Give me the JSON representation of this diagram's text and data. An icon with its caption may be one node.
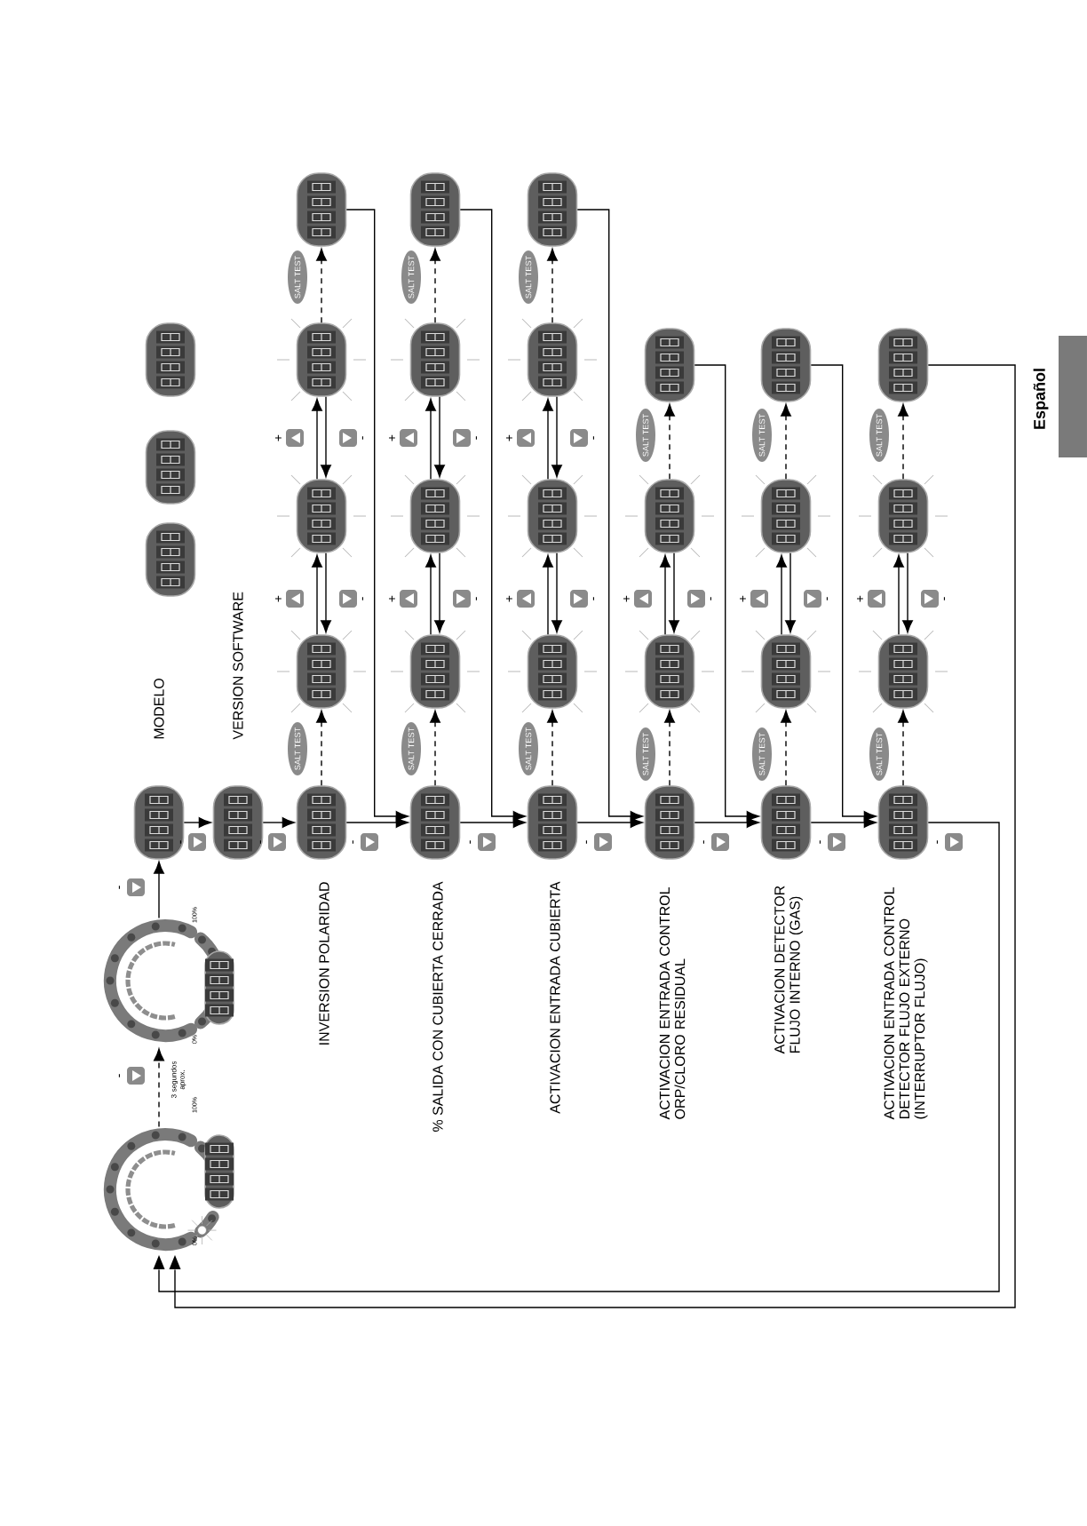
{
  "diagram": {
    "nodes": [
      {
        "text": [
          "0%",
          "100%"
        ]
      },
      {
        "text": [
          "0%",
          "100%"
        ]
      },
      {
        "text": [],
        "shape": "box",
        "beside": [
          "MODELO"
        ]
      },
      {
        "text": [],
        "shape": "box",
        "beside": [
          "VERSION SOFTWARE"
        ]
      },
      {
        "text": [],
        "shape": "box",
        "beside": [
          "INVERSION POLARIDAD"
        ]
      },
      {
        "text": [],
        "shape": "box",
        "beside": [
          "% SALIDA CON CUBIERTA CERRADA"
        ]
      },
      {
        "text": [],
        "shape": "box",
        "beside": [
          "ACTIVACION ENTRADA CUBIERTA"
        ]
      },
      {
        "text": [],
        "shape": "box",
        "beside": [
          "ACTIVACION ENTRADA CONTROL ORP/CLORO RESIDUAL"
        ]
      },
      {
        "text": [],
        "shape": "box",
        "beside": [
          "ACTIVACION DETECTOR FLUJO INTERNO (GAS)"
        ]
      },
      {
        "text": [],
        "shape": "box",
        "beside": [
          "ACTIVACION ENTRADA CONTROL DETECTOR FLUJO EXTERNO (INTERRUPTOR FLUJO)"
        ]
      },
      {
        "text": [],
        "shape": "box"
      },
      {
        "text": [],
        "shape": "box"
      },
      {
        "text": [],
        "shape": "box"
      },
      {
        "text": [],
        "shape": "box"
      },
      {
        "text": [],
        "shape": "box"
      },
      {
        "text": [],
        "shape": "box"
      },
      {
        "text": [],
        "shape": "box"
      },
      {
        "text": [],
        "shape": "box"
      },
      {
        "text": [],
        "shape": "box"
      },
      {
        "text": [],
        "shape": "box"
      },
      {
        "text": [],
        "shape": "box"
      },
      {
        "text": [],
        "shape": "box"
      },
      {
        "text": [],
        "shape": "box"
      },
      {
        "text": [],
        "shape": "box"
      },
      {
        "text": [],
        "shape": "box"
      },
      {
        "text": [],
        "shape": "box"
      },
      {
        "text": [],
        "shape": "box"
      },
      {
        "text": [],
        "shape": "box"
      },
      {
        "text": [],
        "shape": "box"
      },
      {
        "text": [],
        "shape": "box"
      },
      {
        "text": [],
        "shape": "box"
      },
      {
        "text": [],
        "shape": "box"
      },
      {
        "text": [],
        "shape": "box"
      },
      {
        "text": [],
        "shape": "box"
      }
    ],
    "edges": [
      {
        "from": 0,
        "to": 1,
        "arrow": "to",
        "style": "dashed",
        "label": "3 segundos aprox."
      },
      {
        "from": 1,
        "to": 2,
        "arrow": "to"
      },
      {
        "from": 2,
        "to": 3,
        "arrow": "to"
      },
      {
        "from": 3,
        "to": 4,
        "arrow": "to"
      },
      {
        "from": 4,
        "to": 5,
        "arrow": "to"
      },
      {
        "from": 5,
        "to": 6,
        "arrow": "to"
      },
      {
        "from": 6,
        "to": 7,
        "arrow": "to"
      },
      {
        "from": 7,
        "to": 8,
        "arrow": "to"
      },
      {
        "from": 8,
        "to": 9,
        "arrow": "to"
      },
      {
        "from": 9,
        "to": 0,
        "arrow": "to"
      },
      {
        "from": 4,
        "to": 10,
        "arrow": "to",
        "style": "dashed"
      },
      {
        "from": 10,
        "to": 11,
        "arrow": "to"
      },
      {
        "from": 11,
        "to": 10,
        "arrow": "to"
      },
      {
        "from": 11,
        "to": 12,
        "arrow": "to"
      },
      {
        "from": 12,
        "to": 11,
        "arrow": "to"
      },
      {
        "from": 12,
        "to": 13,
        "arrow": "to",
        "style": "dashed"
      },
      {
        "from": 13,
        "to": 5,
        "arrow": "to"
      },
      {
        "from": 5,
        "to": 14,
        "arrow": "to",
        "style": "dashed"
      },
      {
        "from": 14,
        "to": 15,
        "arrow": "to"
      },
      {
        "from": 15,
        "to": 14,
        "arrow": "to"
      },
      {
        "from": 15,
        "to": 16,
        "arrow": "to"
      },
      {
        "from": 16,
        "to": 15,
        "arrow": "to"
      },
      {
        "from": 16,
        "to": 17,
        "arrow": "to",
        "style": "dashed"
      },
      {
        "from": 17,
        "to": 6,
        "arrow": "to"
      },
      {
        "from": 6,
        "to": 18,
        "arrow": "to",
        "style": "dashed"
      },
      {
        "from": 18,
        "to": 19,
        "arrow": "to"
      },
      {
        "from": 19,
        "to": 18,
        "arrow": "to"
      },
      {
        "from": 19,
        "to": 20,
        "arrow": "to"
      },
      {
        "from": 20,
        "to": 19,
        "arrow": "to"
      },
      {
        "from": 20,
        "to": 21,
        "arrow": "to",
        "style": "dashed"
      },
      {
        "from": 21,
        "to": 7,
        "arrow": "to"
      },
      {
        "from": 7,
        "to": 22,
        "arrow": "to",
        "style": "dashed"
      },
      {
        "from": 22,
        "to": 23,
        "arrow": "to"
      },
      {
        "from": 23,
        "to": 22,
        "arrow": "to"
      },
      {
        "from": 23,
        "to": 24,
        "arrow": "to",
        "style": "dashed"
      },
      {
        "from": 24,
        "to": 8,
        "arrow": "to"
      },
      {
        "from": 8,
        "to": 25,
        "arrow": "to",
        "style": "dashed"
      },
      {
        "from": 25,
        "to": 26,
        "arrow": "to"
      },
      {
        "from": 26,
        "to": 25,
        "arrow": "to"
      },
      {
        "from": 26,
        "to": 27,
        "arrow": "to",
        "style": "dashed"
      },
      {
        "from": 27,
        "to": 9,
        "arrow": "to"
      },
      {
        "from": 9,
        "to": 28,
        "arrow": "to",
        "style": "dashed"
      },
      {
        "from": 28,
        "to": 29,
        "arrow": "to"
      },
      {
        "from": 29,
        "to": 28,
        "arrow": "to"
      },
      {
        "from": 29,
        "to": 30,
        "arrow": "to",
        "style": "dashed"
      },
      {
        "from": 30,
        "to": 0,
        "arrow": "to"
      }
    ],
    "labels": [
      "Español",
      "-",
      "-",
      "-",
      "-",
      "-",
      "-",
      "-",
      "-",
      "-",
      "-",
      "SALT TEST",
      "+",
      "-",
      "+",
      "-",
      "SALT TEST",
      "SALT TEST",
      "+",
      "-",
      "+",
      "-",
      "SALT TEST",
      "SALT TEST",
      "+",
      "-",
      "+",
      "-",
      "SALT TEST",
      "SALT TEST",
      "+",
      "-",
      "SALT TEST",
      "SALT TEST",
      "+",
      "-",
      "SALT TEST",
      "SALT TEST",
      "+",
      "-",
      "SALT TEST"
    ]
  }
}
